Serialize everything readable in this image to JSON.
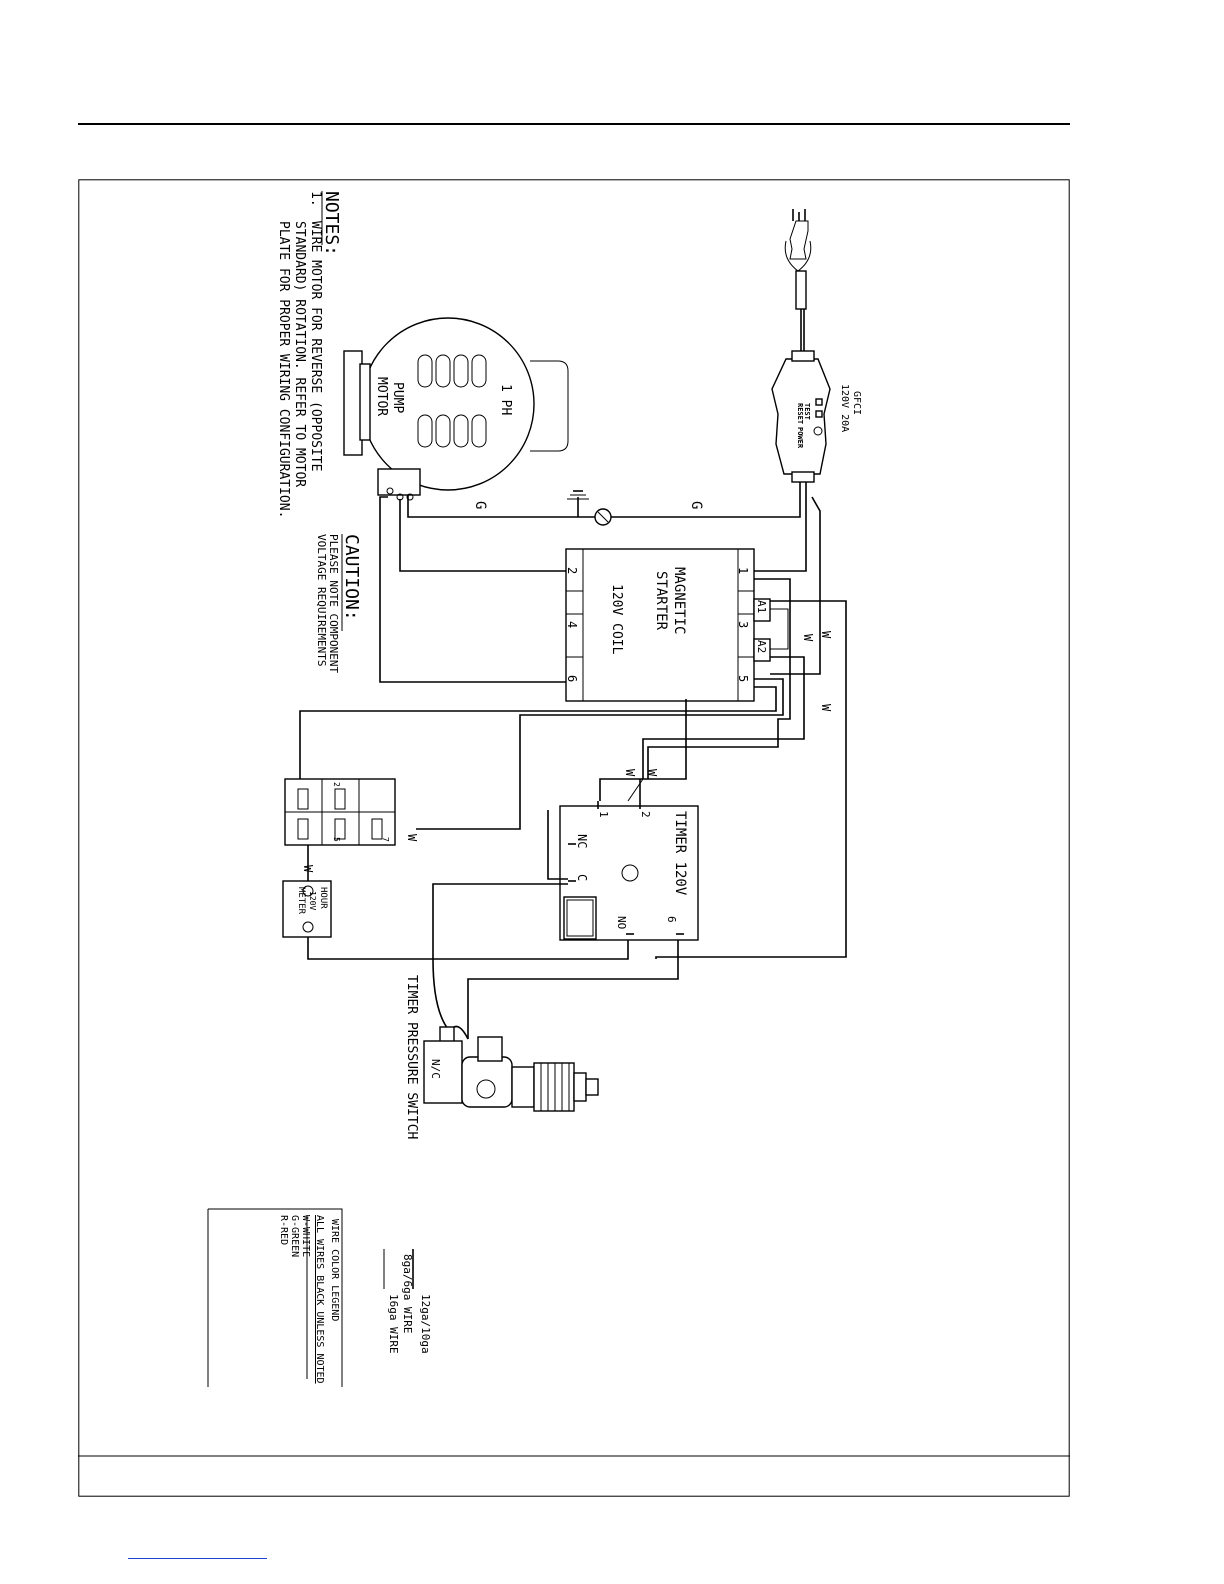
{
  "notes": {
    "heading": "NOTES:",
    "num": "1.",
    "lines": [
      "WIRE MOTOR FOR REVERSE (OPPOSITE",
      "STANDARD) ROTATION. REFER TO MOTOR",
      "PLATE FOR PROPER WIRING CONFIGURATION."
    ]
  },
  "caution": {
    "heading": "CAUTION:",
    "lines": [
      "PLEASE NOTE COMPONENT",
      "VOLTAGE REQUIREMENTS"
    ]
  },
  "motor": {
    "line1": "1 PH",
    "line2": "PUMP",
    "line3": "MOTOR"
  },
  "ground_labels": [
    "G",
    "G"
  ],
  "gfci": {
    "title": "GFCI",
    "rating": "120V 20A",
    "reset": "RESET",
    "test": "TEST",
    "power": "POWER"
  },
  "starter": {
    "line1": "MAGNETIC",
    "line2": "STARTER",
    "coil": "120V COIL",
    "terminals_top": [
      "1",
      "A1",
      "3",
      "A2",
      "5"
    ],
    "terminals_bottom": [
      "2",
      "4",
      "6"
    ]
  },
  "white_wire_labels": [
    "W",
    "W",
    "W",
    "W",
    "W",
    "W",
    "W"
  ],
  "timer": {
    "title": "TIMER 120V",
    "t1": "1",
    "t2": "2",
    "nc": "NC",
    "c": "C",
    "no": "NO",
    "t6": "6"
  },
  "terminal_block": {
    "labels": [
      "2",
      "5",
      "7"
    ]
  },
  "hour_meter": {
    "line1": "HOUR",
    "line2": "120V",
    "line3": "METER"
  },
  "pressure_switch": {
    "label": "TIMER PRESSURE SWITCH",
    "contact": "N/C"
  },
  "wire_gauge_legend": {
    "entries": [
      "12ga/10ga",
      "8ga/6ga WIRE",
      "16ga WIRE"
    ]
  },
  "wire_color_legend": {
    "title": "WIRE COLOR LEGEND",
    "subtitle": "ALL WIRES BLACK UNLESS NOTED",
    "entries": [
      "W-WHITE",
      "G-GREEN",
      "R-RED"
    ]
  }
}
